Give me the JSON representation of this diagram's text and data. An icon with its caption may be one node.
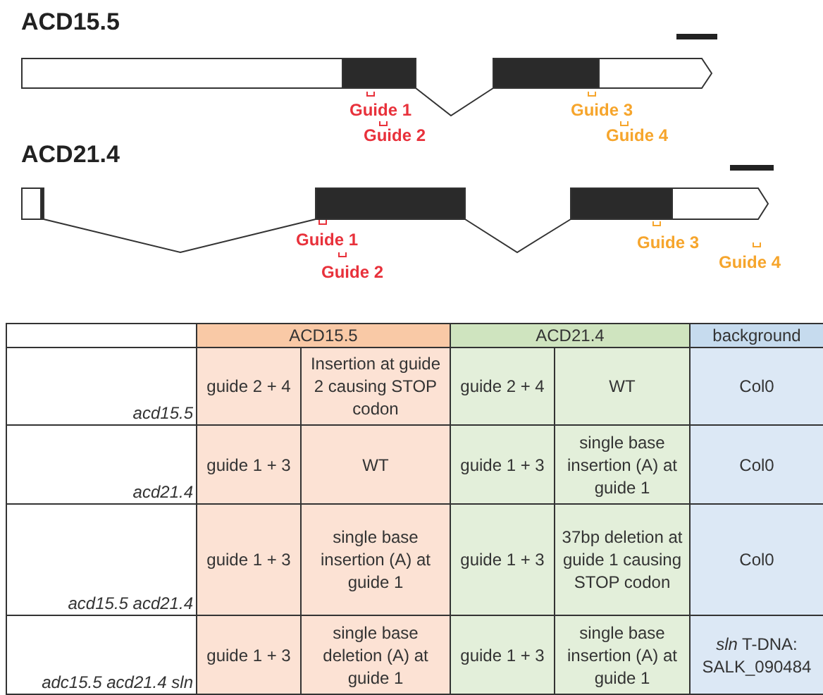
{
  "diagram": {
    "labels": [
      "ACD15.5",
      "Guide 1",
      "Guide 2",
      "Guide 3",
      "Guide 4",
      "ACD21.4",
      "Guide 1",
      "Guide 2",
      "Guide 3",
      "Guide 4",
      "ACD15.5",
      "ACD21.4",
      "background",
      "acd15.5",
      "guide 2 + 4",
      "Insertion at guide 2 causing STOP codon",
      "guide 2 + 4",
      "WT",
      "Col0",
      "acd21.4",
      "guide 1 + 3",
      "WT",
      "guide 1 + 3",
      "single base insertion (A) at guide 1",
      "Col0",
      "acd15.5 acd21.4",
      "guide 1 + 3",
      "single base insertion (A) at guide 1",
      "guide 1 + 3",
      "37bp deletion at guide 1 causing STOP codon",
      "Col0",
      "adc15.5 acd21.4 sln",
      "guide 1 + 3",
      "single base deletion (A) at guide 1",
      "guide 1 + 3",
      "single base insertion (A) at guide 1",
      "*sln* T-DNA: SALK_090484"
    ]
  }
}
